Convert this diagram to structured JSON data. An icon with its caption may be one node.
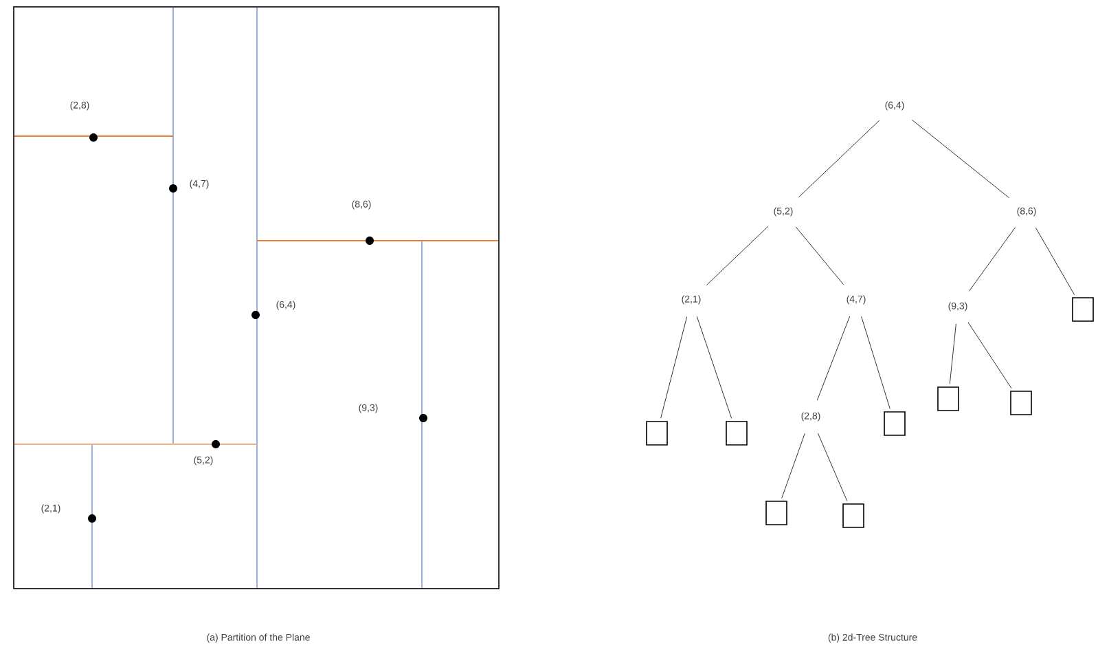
{
  "diagram": {
    "nodes": [
      {
        "text": [
          "(6,4)"
        ]
      },
      {
        "text": [
          "(5,2)"
        ]
      },
      {
        "text": [
          "(8,6)"
        ]
      },
      {
        "text": [
          "(2,1)"
        ]
      },
      {
        "text": [
          "(4,7)"
        ]
      },
      {
        "text": [
          "(9,3)"
        ]
      },
      {
        "text": [],
        "shape": "box"
      },
      {
        "text": [],
        "shape": "box"
      },
      {
        "text": [],
        "shape": "box"
      },
      {
        "text": [
          "(2,8)"
        ]
      },
      {
        "text": [],
        "shape": "box"
      },
      {
        "text": [],
        "shape": "box"
      },
      {
        "text": [],
        "shape": "box"
      },
      {
        "text": [],
        "shape": "box"
      },
      {
        "text": [],
        "shape": "box"
      }
    ],
    "edges": [
      {
        "from": 0,
        "to": 1,
        "arrow": "none"
      },
      {
        "from": 0,
        "to": 2,
        "arrow": "none"
      },
      {
        "from": 1,
        "to": 3,
        "arrow": "none"
      },
      {
        "from": 1,
        "to": 4,
        "arrow": "none"
      },
      {
        "from": 2,
        "to": 5,
        "arrow": "none"
      },
      {
        "from": 2,
        "to": 6,
        "arrow": "none"
      },
      {
        "from": 5,
        "to": 7,
        "arrow": "none"
      },
      {
        "from": 5,
        "to": 8,
        "arrow": "none"
      },
      {
        "from": 4,
        "to": 9,
        "arrow": "none"
      },
      {
        "from": 4,
        "to": 10,
        "arrow": "none"
      },
      {
        "from": 3,
        "to": 11,
        "arrow": "none"
      },
      {
        "from": 3,
        "to": 12,
        "arrow": "none"
      },
      {
        "from": 9,
        "to": 13,
        "arrow": "none"
      },
      {
        "from": 9,
        "to": 14,
        "arrow": "none"
      }
    ],
    "labels": [
      "(2,8)",
      "(4,7)",
      "(8,6)",
      "(6,4)",
      "(9,3)",
      "(5,2)",
      "(2,1)",
      "(a) Partition of the Plane",
      "(b) 2d-Tree Structure"
    ]
  }
}
